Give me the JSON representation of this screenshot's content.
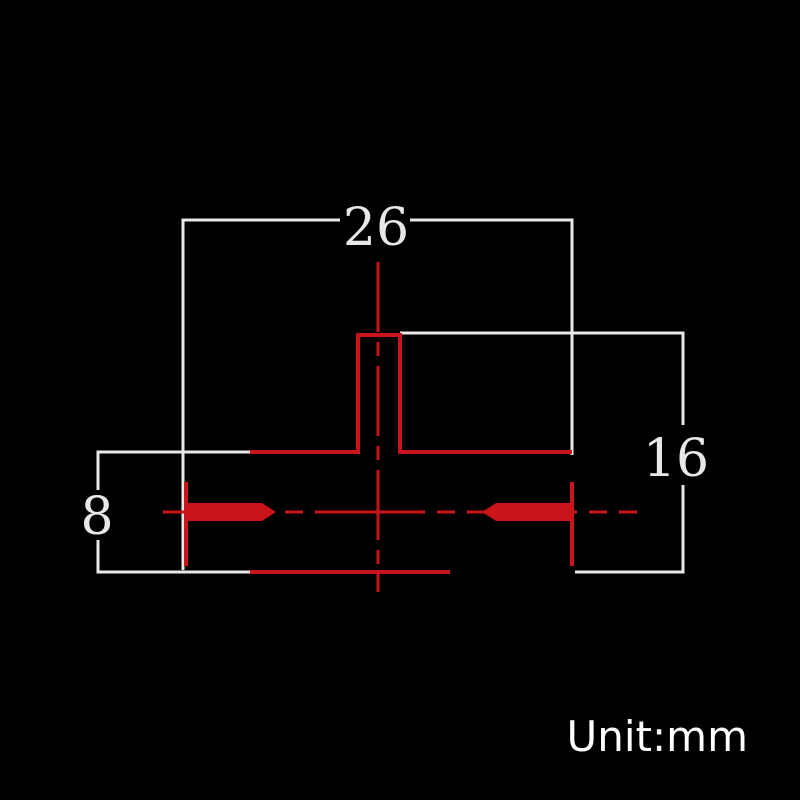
{
  "diagram": {
    "dimensions": {
      "width": "26",
      "height": "16",
      "thickness": "8"
    },
    "unit_label": "Unit:mm",
    "colors": {
      "background": "#000000",
      "dimension_lines": "#e8e8e8",
      "part_outline": "#c8141a"
    }
  }
}
